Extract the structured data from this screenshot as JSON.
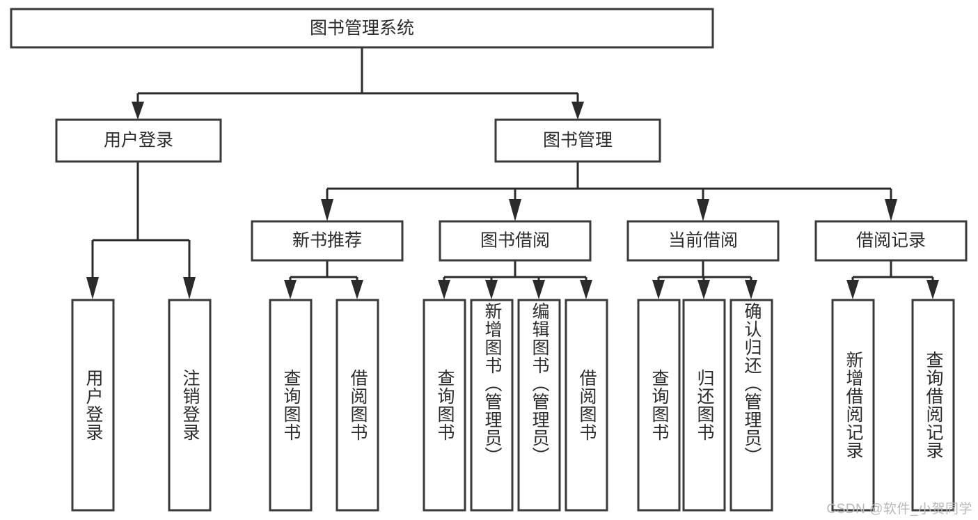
{
  "diagram": {
    "title": "图书管理系统",
    "watermark": "CSDN @软件_小贺同学",
    "colors": {
      "background": "#ffffff",
      "box_fill": "#ffffff",
      "box_border": "#3a3a3a",
      "connector": "#2b2b2b",
      "text": "#2b2b2b",
      "watermark": "#b9b9b9"
    },
    "root": {
      "label": "图书管理系统"
    },
    "level2": [
      {
        "label": "用户登录"
      },
      {
        "label": "图书管理"
      }
    ],
    "level3": [
      {
        "label": "新书推荐"
      },
      {
        "label": "图书借阅"
      },
      {
        "label": "当前借阅"
      },
      {
        "label": "借阅记录"
      }
    ],
    "leaves": {
      "user_login": [
        {
          "label": "用户登录"
        },
        {
          "label": "注销登录"
        }
      ],
      "new_book_recommend": [
        {
          "label": "查询图书"
        },
        {
          "label": "借阅图书"
        }
      ],
      "book_borrow": [
        {
          "label": "查询图书"
        },
        {
          "label": "新增图书（管理员）"
        },
        {
          "label": "编辑图书（管理员）"
        },
        {
          "label": "借阅图书"
        }
      ],
      "current_borrow": [
        {
          "label": "查询图书"
        },
        {
          "label": "归还图书"
        },
        {
          "label": "确认归还（管理员）"
        }
      ],
      "borrow_record": [
        {
          "label": "新增借阅记录"
        },
        {
          "label": "查询借阅记录"
        }
      ]
    }
  }
}
